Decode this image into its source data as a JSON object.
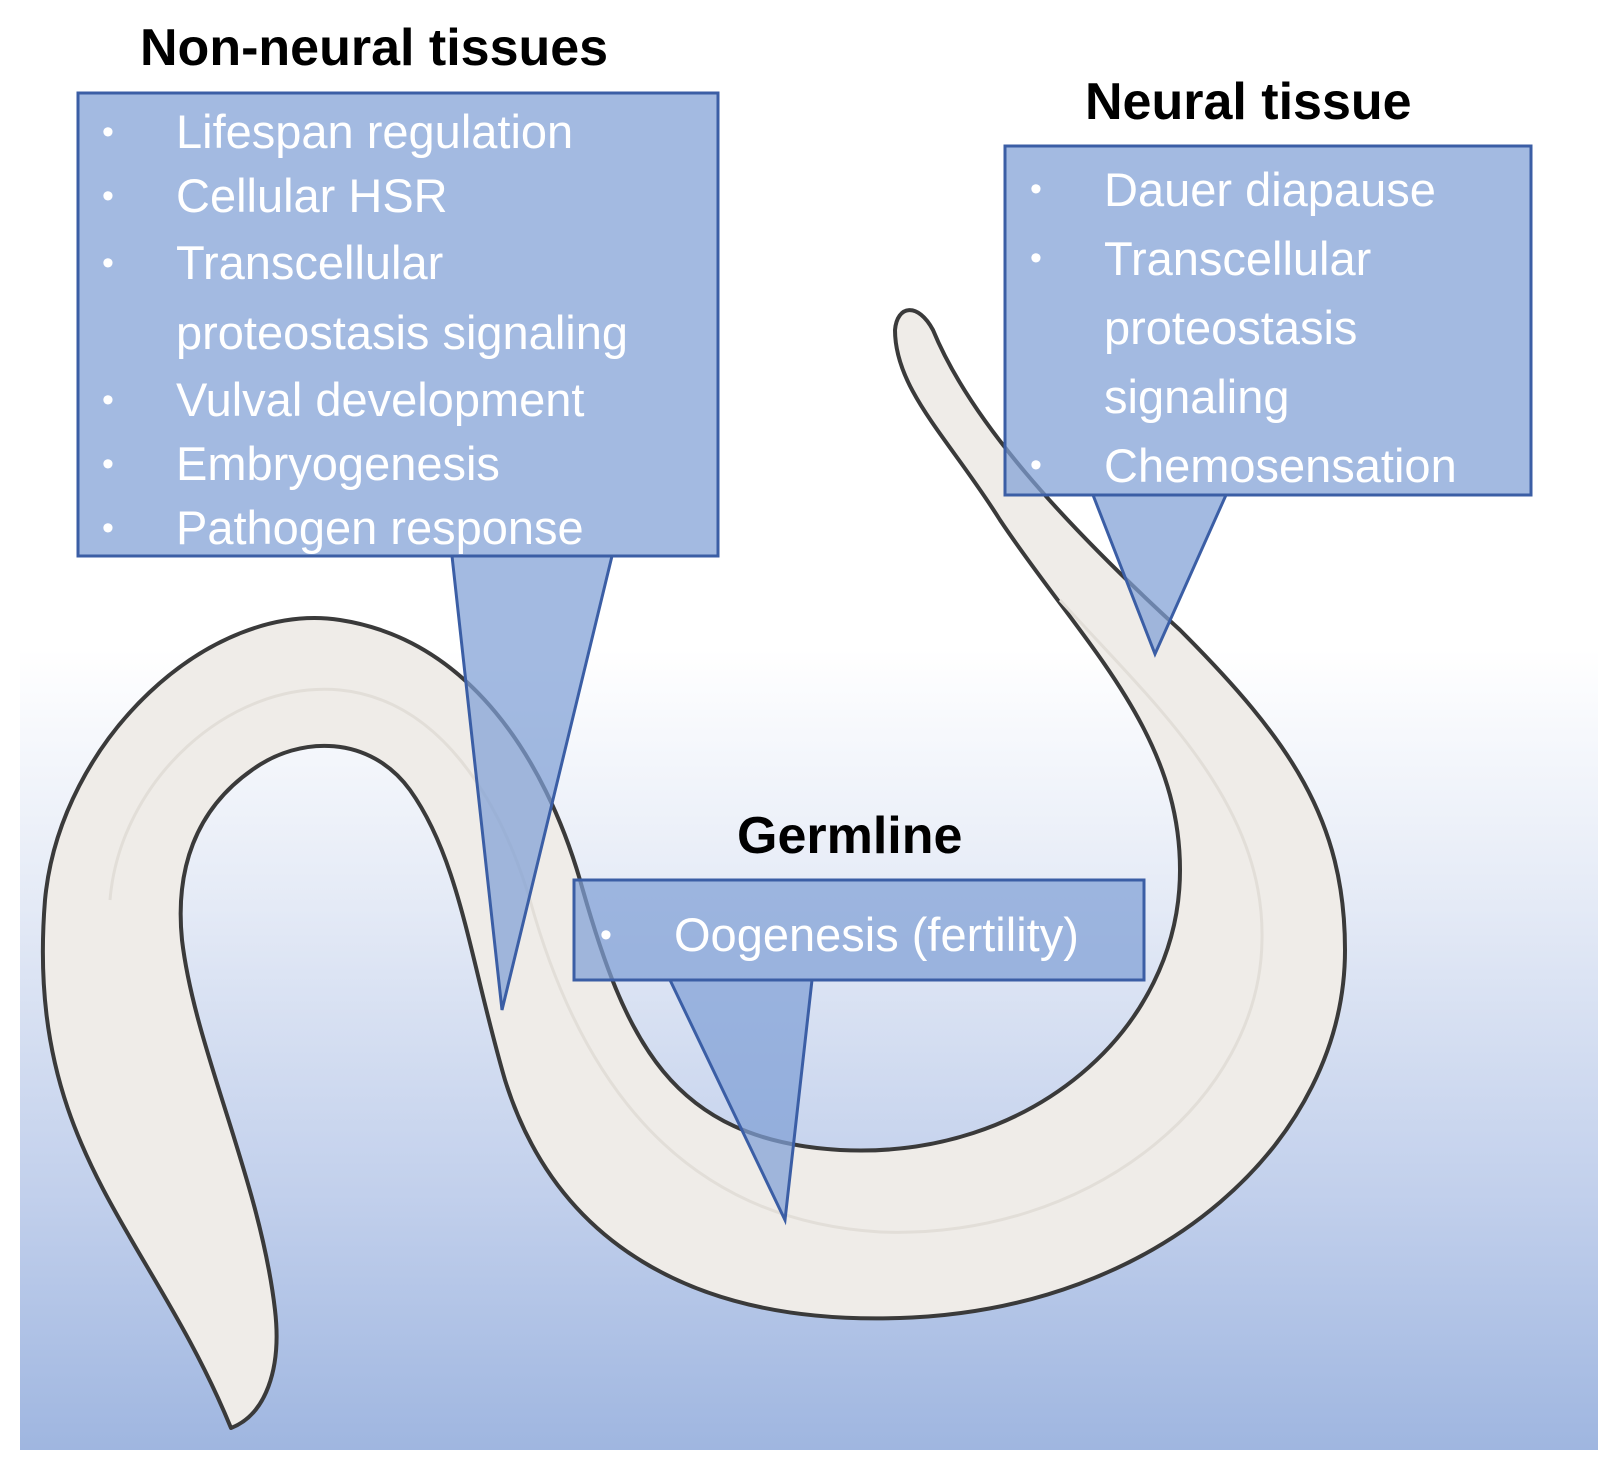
{
  "colors": {
    "box_fill": "#7f9fd6",
    "box_border": "#3b5ea5",
    "box_text": "#ffffff",
    "worm_fill": "#efece8",
    "worm_outline": "#3a3a3a",
    "heading_text": "#000000"
  },
  "non_neural": {
    "heading": "Non-neural tissues",
    "items": [
      "Lifespan regulation",
      "Cellular HSR",
      "Transcellular proteostasis signaling",
      "Vulval development",
      "Embryogenesis",
      "Pathogen response"
    ]
  },
  "neural": {
    "heading": "Neural tissue",
    "items": [
      "Dauer diapause",
      "Transcellular proteostasis signaling",
      "Chemosensation"
    ]
  },
  "germline": {
    "heading": "Germline",
    "items": [
      "Oogenesis (fertility)"
    ]
  },
  "bullet_glyph": "•"
}
